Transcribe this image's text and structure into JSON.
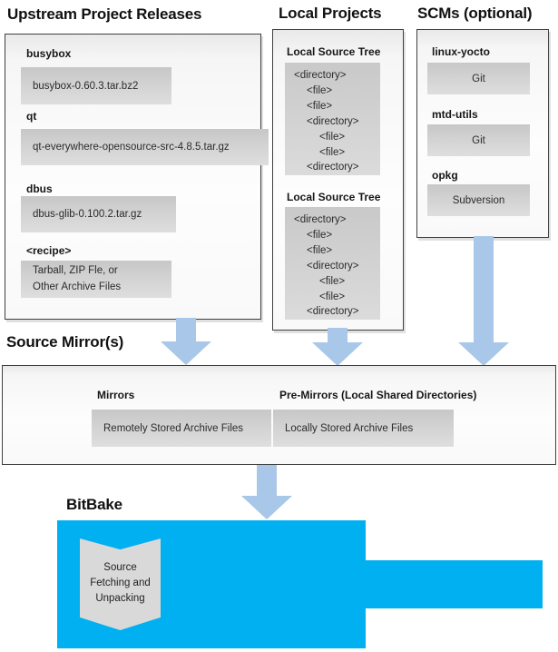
{
  "colors": {
    "arrow_blue": "#a9c7e8",
    "bitbake_cyan": "#00b0f0",
    "panel_border": "#404040",
    "gray_box": "#d2d2d2"
  },
  "upstream": {
    "title": "Upstream Project Releases",
    "items": [
      {
        "label": "busybox",
        "value": "busybox-0.60.3.tar.bz2"
      },
      {
        "label": "qt",
        "value": "qt-everywhere-opensource-src-4.8.5.tar.gz"
      },
      {
        "label": "dbus",
        "value": "dbus-glib-0.100.2.tar.gz"
      },
      {
        "label": "<recipe>",
        "lines": [
          "Tarball, ZIP Fle, or",
          "Other Archive Files"
        ]
      }
    ]
  },
  "local_projects": {
    "title": "Local Projects",
    "trees": [
      {
        "label": "Local Source Tree",
        "lines": [
          {
            "text": "<directory>",
            "indent": 0
          },
          {
            "text": "<file>",
            "indent": 1
          },
          {
            "text": "<file>",
            "indent": 1
          },
          {
            "text": "<directory>",
            "indent": 1
          },
          {
            "text": "<file>",
            "indent": 2
          },
          {
            "text": "<file>",
            "indent": 2
          },
          {
            "text": "<directory>",
            "indent": 1
          }
        ]
      },
      {
        "label": "Local Source Tree",
        "lines": [
          {
            "text": "<directory>",
            "indent": 0
          },
          {
            "text": "<file>",
            "indent": 1
          },
          {
            "text": "<file>",
            "indent": 1
          },
          {
            "text": "<directory>",
            "indent": 1
          },
          {
            "text": "<file>",
            "indent": 2
          },
          {
            "text": "<file>",
            "indent": 2
          },
          {
            "text": "<directory>",
            "indent": 1
          }
        ]
      }
    ]
  },
  "scms": {
    "title": "SCMs (optional)",
    "items": [
      {
        "label": "linux-yocto",
        "value": "Git"
      },
      {
        "label": "mtd-utils",
        "value": "Git"
      },
      {
        "label": "opkg",
        "value": "Subversion"
      }
    ]
  },
  "source_mirrors": {
    "title": "Source Mirror(s)",
    "sections": [
      {
        "label": "Mirrors",
        "value": "Remotely Stored Archive Files"
      },
      {
        "label": "Pre-Mirrors (Local Shared Directories)",
        "value": "Locally Stored Archive Files"
      }
    ]
  },
  "bitbake": {
    "title": "BitBake",
    "step_label": "Source Fetching and Unpacking"
  }
}
